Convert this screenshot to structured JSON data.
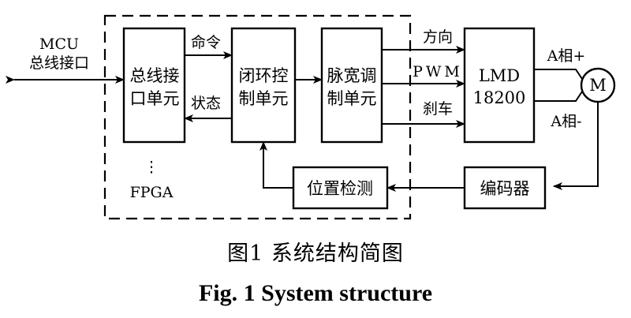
{
  "interface": {
    "line1": "MCU",
    "line2": "总线接口"
  },
  "fpga": {
    "dots": "⋮",
    "label": "FPGA"
  },
  "bus_unit": {
    "line1": "总线接",
    "line2": "口单元"
  },
  "closed_loop_unit": {
    "line1": "闭环控",
    "line2": "制单元"
  },
  "pwm_unit": {
    "line1": "脉宽调",
    "line2": "制单元"
  },
  "lmd": {
    "line1": "LMD",
    "line2": "18200"
  },
  "motor": {
    "label": "M"
  },
  "encoder": {
    "label": "编码器"
  },
  "position_detect": {
    "label": "位置检测"
  },
  "signals": {
    "command": "命令",
    "status": "状态",
    "direction": "方向",
    "pwm": "PWM",
    "brake": "刹车",
    "phase_a_plus": "A相+",
    "phase_a_minus": "A相-"
  },
  "caption": {
    "chinese": "图1  系统结构简图",
    "english": "Fig. 1  System structure"
  }
}
